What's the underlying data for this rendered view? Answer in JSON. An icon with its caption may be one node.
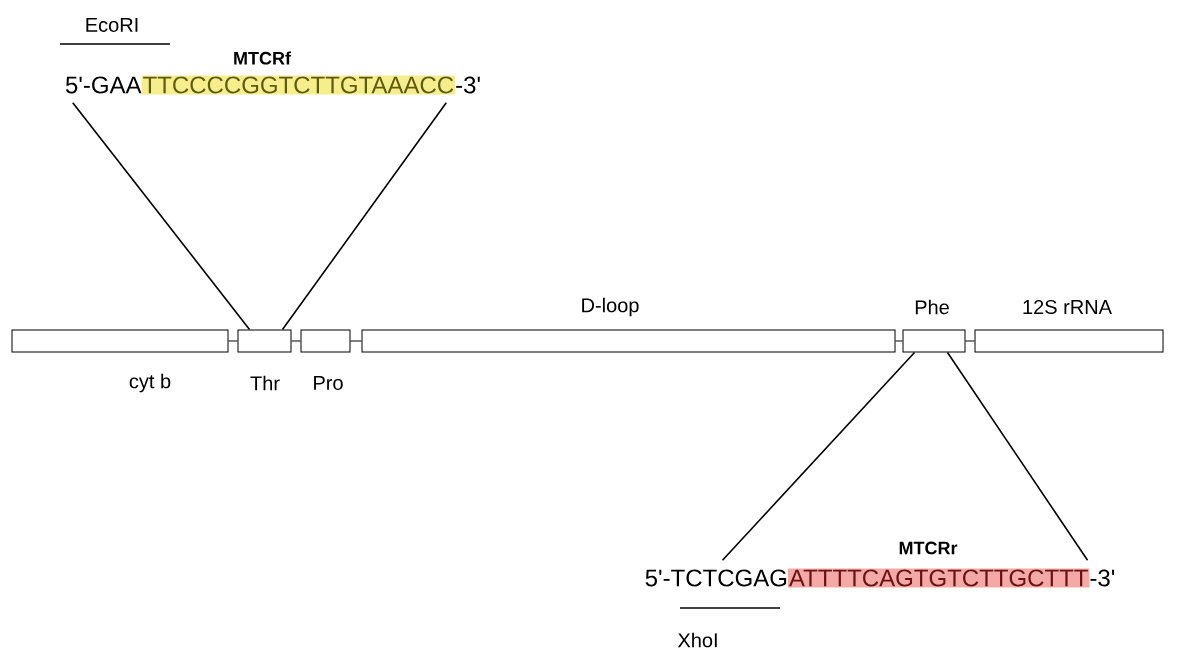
{
  "diagram": {
    "nodes": [
      {
        "text": [
          "cyt b"
        ]
      },
      {
        "text": [
          "Thr"
        ]
      },
      {
        "text": [
          "Pro"
        ]
      },
      {
        "text": [
          "D-loop"
        ]
      },
      {
        "text": [
          "Phe"
        ]
      },
      {
        "text": [
          "12S rRNA"
        ]
      },
      {
        "text": [
          "5'-GAA",
          "TTCCCCGGTCTTGTAAACC",
          "-3'"
        ],
        "beside": [
          "EcoRI",
          "MTCRf"
        ]
      },
      {
        "text": [
          "5'-TCTCGAG",
          "ATTTTCAGTGTCTTGCTTT",
          "-3'"
        ],
        "beside": [
          "MTCRr",
          "XhoI"
        ]
      }
    ],
    "edges": [
      {
        "from": 0,
        "to": 1,
        "arrow": "none"
      },
      {
        "from": 1,
        "to": 2,
        "arrow": "none"
      },
      {
        "from": 2,
        "to": 3,
        "arrow": "none"
      },
      {
        "from": 3,
        "to": 4,
        "arrow": "none"
      },
      {
        "from": 4,
        "to": 5,
        "arrow": "none"
      },
      {
        "from": 6,
        "to": 1,
        "arrow": "none"
      },
      {
        "from": 6,
        "to": 1,
        "arrow": "none"
      },
      {
        "from": 4,
        "to": 7,
        "arrow": "none"
      },
      {
        "from": 4,
        "to": 7,
        "arrow": "none"
      }
    ]
  }
}
